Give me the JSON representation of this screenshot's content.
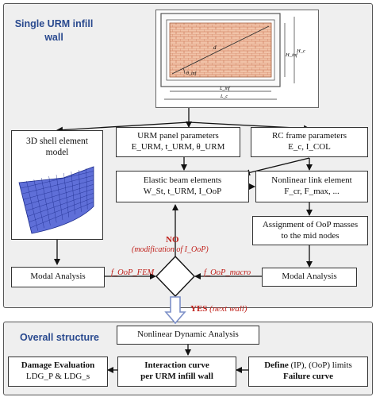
{
  "sections": {
    "top_title": "Single URM infill wall",
    "bottom_title": "Overall structure"
  },
  "wall_figure": {
    "label_h_inf": "H_inf",
    "label_h_c": "H_c",
    "label_theta": "θ_inf",
    "label_l_inf": "L_inf",
    "label_l_c": "L_c",
    "label_d": "d"
  },
  "boxes": {
    "shell": {
      "line1": "3D shell element",
      "line2": "model"
    },
    "urm_params": {
      "line1": "URM panel parameters",
      "line2": "E_URM, t_URM, θ_URM"
    },
    "rc_params": {
      "line1": "RC frame parameters",
      "line2": "E_c, I_COL"
    },
    "elastic": {
      "line1": "Elastic beam elements",
      "line2": "W_St, t_URM, I_OoP"
    },
    "nonlinear_link": {
      "line1": "Nonlinear link element",
      "line2": "F_cr, F_max, ..."
    },
    "assignment": {
      "line1": "Assignment of OoP masses",
      "line2": "to the mid nodes"
    },
    "modal_left": "Modal Analysis",
    "modal_right": "Modal Analysis",
    "nda": "Nonlinear Dynamic Analysis",
    "damage": {
      "line1": "Damage Evaluation",
      "line2": "LDG_P & LDG_s"
    },
    "interaction": {
      "line1": "Interaction curve",
      "line2": "per URM infill wall"
    },
    "define": {
      "line1a": "Define",
      "line1b": " (IP), (OoP) limits",
      "line2": "Failure curve"
    }
  },
  "decision": {
    "no_label": "NO",
    "no_sub": "(modification of I_OoP)",
    "yes_label": "YES",
    "yes_sub": " (next wall)",
    "f_fem": "f_OoP_FEM",
    "f_macro": "f_OoP_macro"
  },
  "colors": {
    "section_title": "#2a4a8f",
    "annotation_red": "#c0201a",
    "brick_fill": "#f1c3a8",
    "mesh_fill": "#5f6fd8",
    "yes_arrow": "#7d90c8"
  }
}
